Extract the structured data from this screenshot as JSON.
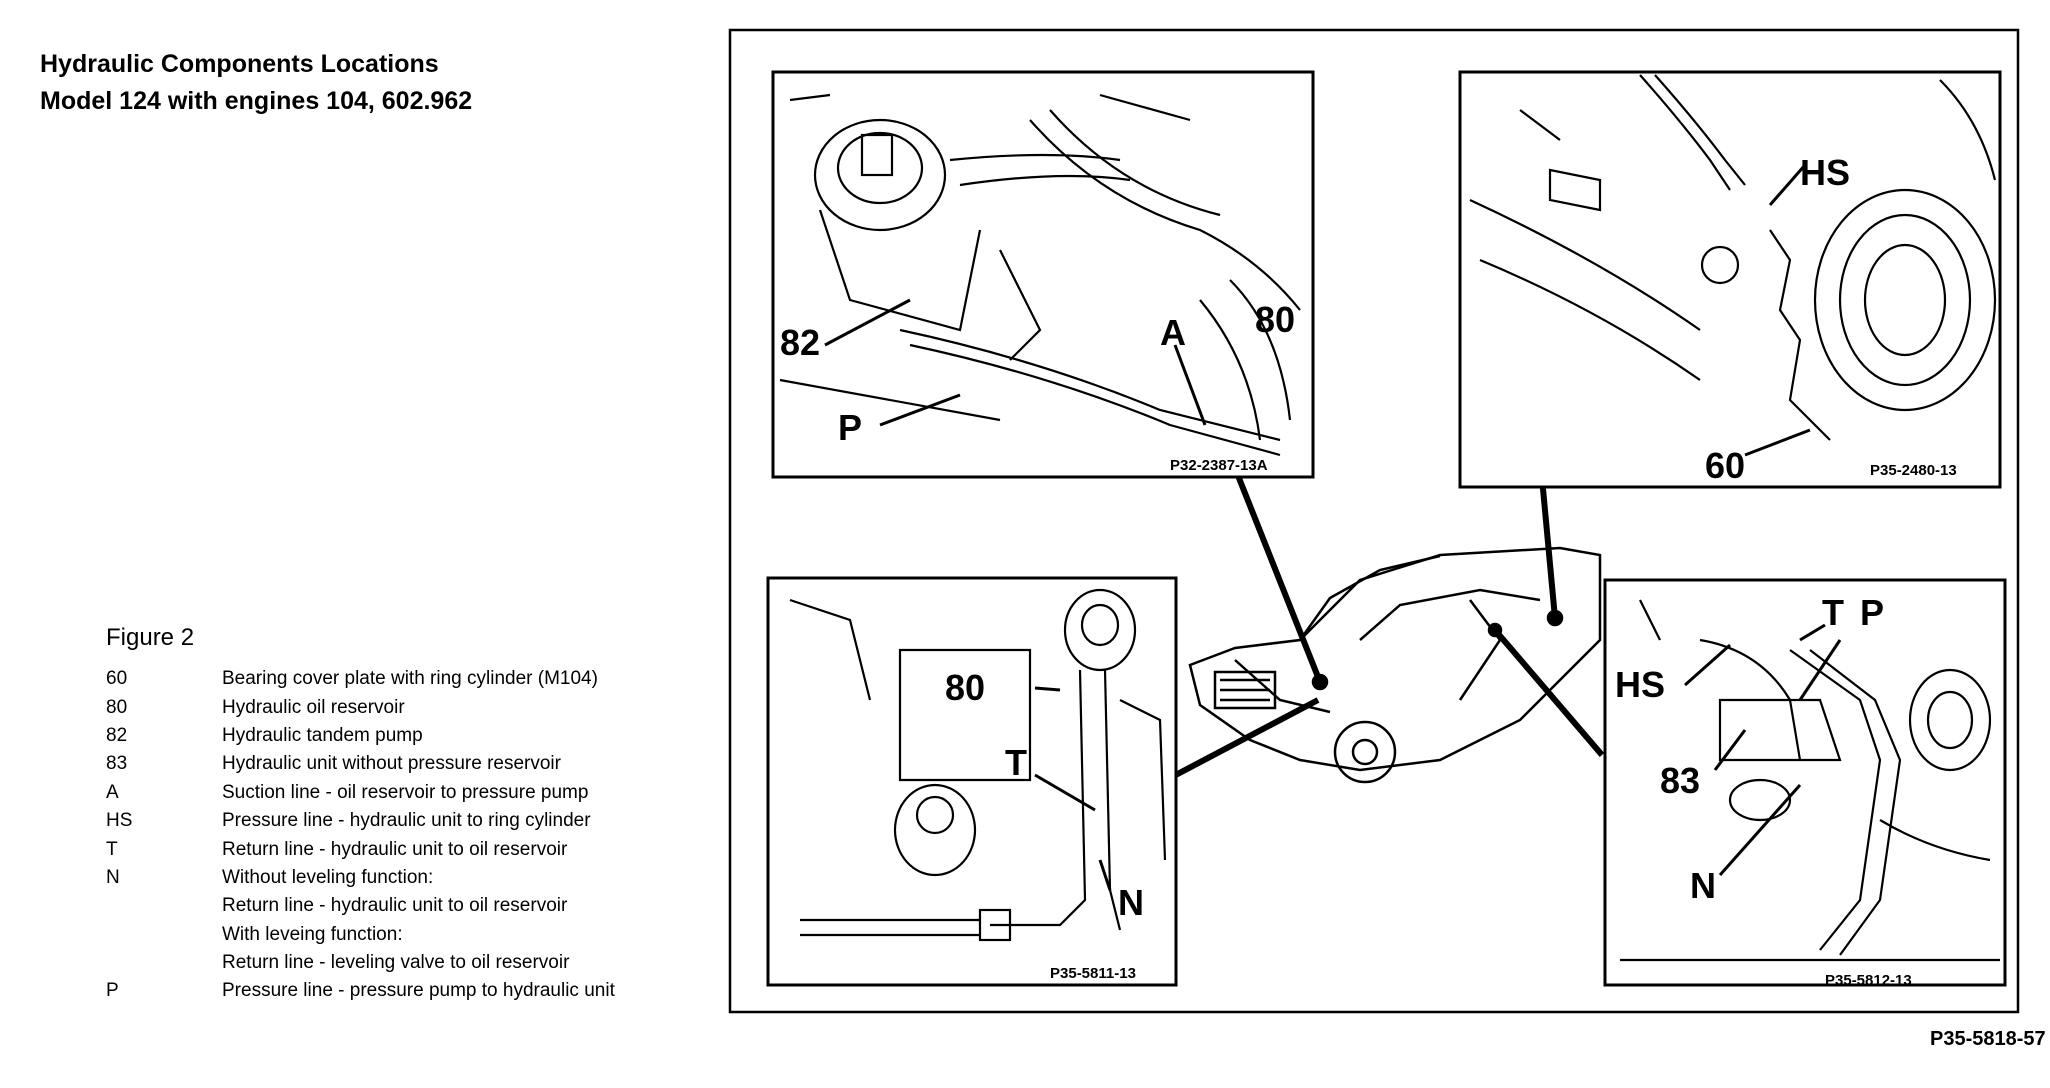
{
  "title_line1": "Hydraulic Components Locations",
  "title_line2": "Model 124 with engines 104, 602.962",
  "figure_label": "Figure 2",
  "legend": [
    {
      "key": "60",
      "text": "Bearing cover plate with ring cylinder (M104)"
    },
    {
      "key": "80",
      "text": "Hydraulic oil reservoir"
    },
    {
      "key": "82",
      "text": "Hydraulic tandem pump"
    },
    {
      "key": "83",
      "text": "Hydraulic unit without pressure reservoir"
    },
    {
      "key": "A",
      "text": "Suction line - oil reservoir to pressure pump"
    },
    {
      "key": "HS",
      "text": "Pressure line - hydraulic unit to ring cylinder"
    },
    {
      "key": "T",
      "text": "Return line - hydraulic unit to oil reservoir"
    },
    {
      "key": "N",
      "text": "Without leveling function:"
    },
    {
      "key": "",
      "text": "Return line - hydraulic unit to oil reservoir"
    },
    {
      "key": "",
      "text": "With leveing function:"
    },
    {
      "key": "",
      "text": "Return line - leveling valve to oil reservoir"
    },
    {
      "key": "P",
      "text": "Pressure line - pressure pump to hydraulic unit"
    }
  ],
  "panels": {
    "top_left": {
      "code": "P32-2387-13A",
      "labels": {
        "l82": "82",
        "lP": "P",
        "lA": "A",
        "l80": "80"
      }
    },
    "top_right": {
      "code": "P35-2480-13",
      "labels": {
        "lHS": "HS",
        "l60": "60"
      }
    },
    "bottom_left": {
      "code": "P35-5811-13",
      "labels": {
        "l80": "80",
        "lT": "T",
        "lN": "N"
      }
    },
    "bottom_right": {
      "code": "P35-5812-13",
      "labels": {
        "lT": "T",
        "lP": "P",
        "lHS": "HS",
        "l83": "83",
        "lN": "N"
      }
    }
  },
  "figure_code": "P35-5818-57"
}
